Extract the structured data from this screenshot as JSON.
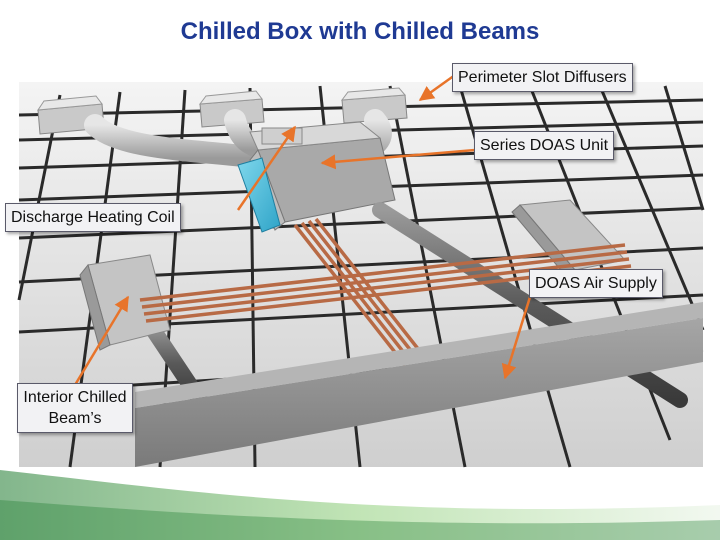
{
  "title": "Chilled Box with Chilled Beams",
  "callouts": {
    "perimeter_slot_diffusers": "Perimeter Slot Diffusers",
    "series_doas_unit": "Series DOAS Unit",
    "discharge_heating_coil": "Discharge Heating Coil",
    "doas_air_supply": "DOAS Air Supply",
    "interior_chilled_beams": "Interior Chilled Beam’s"
  },
  "colors": {
    "title": "#1f3a93",
    "leader_arrow": "#e8742a",
    "copper_pipe": "#b86a45",
    "ceiling_grid": "#2a2a2a",
    "concrete_beam": "#8c8c8c",
    "accent_green": "#2e8b3a"
  }
}
